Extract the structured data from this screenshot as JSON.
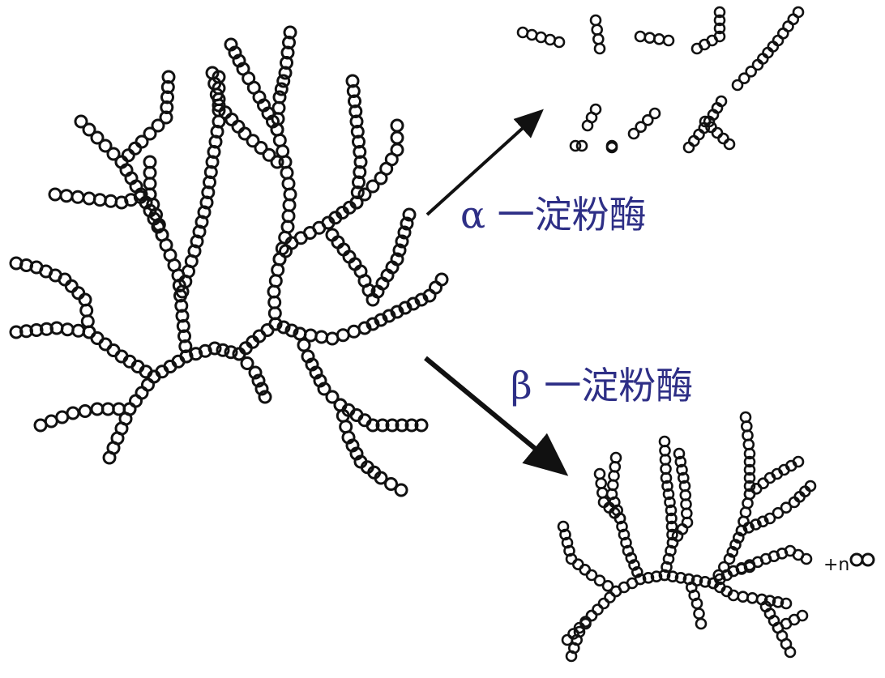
{
  "labels": {
    "alpha": "α 一淀粉酶",
    "beta": "β 一淀粉酶",
    "suffix": "+n"
  },
  "colors": {
    "label": "#2e2f86",
    "stroke": "#111111"
  }
}
